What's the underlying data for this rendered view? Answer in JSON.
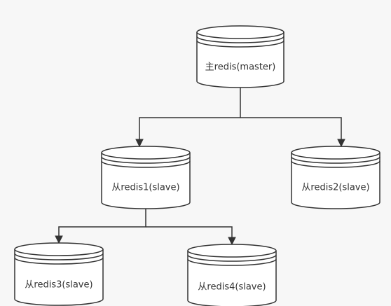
{
  "nodes": {
    "master": {
      "label": "主redis(master)"
    },
    "slave1": {
      "label": "从redis1(slave)"
    },
    "slave2": {
      "label": "从redis2(slave)"
    },
    "slave3": {
      "label": "从redis3(slave)"
    },
    "slave4": {
      "label": "从redis4(slave)"
    }
  },
  "edges": [
    {
      "from": "master",
      "to": "slave1"
    },
    {
      "from": "master",
      "to": "slave2"
    },
    {
      "from": "slave1",
      "to": "slave3"
    },
    {
      "from": "slave1",
      "to": "slave4"
    }
  ]
}
